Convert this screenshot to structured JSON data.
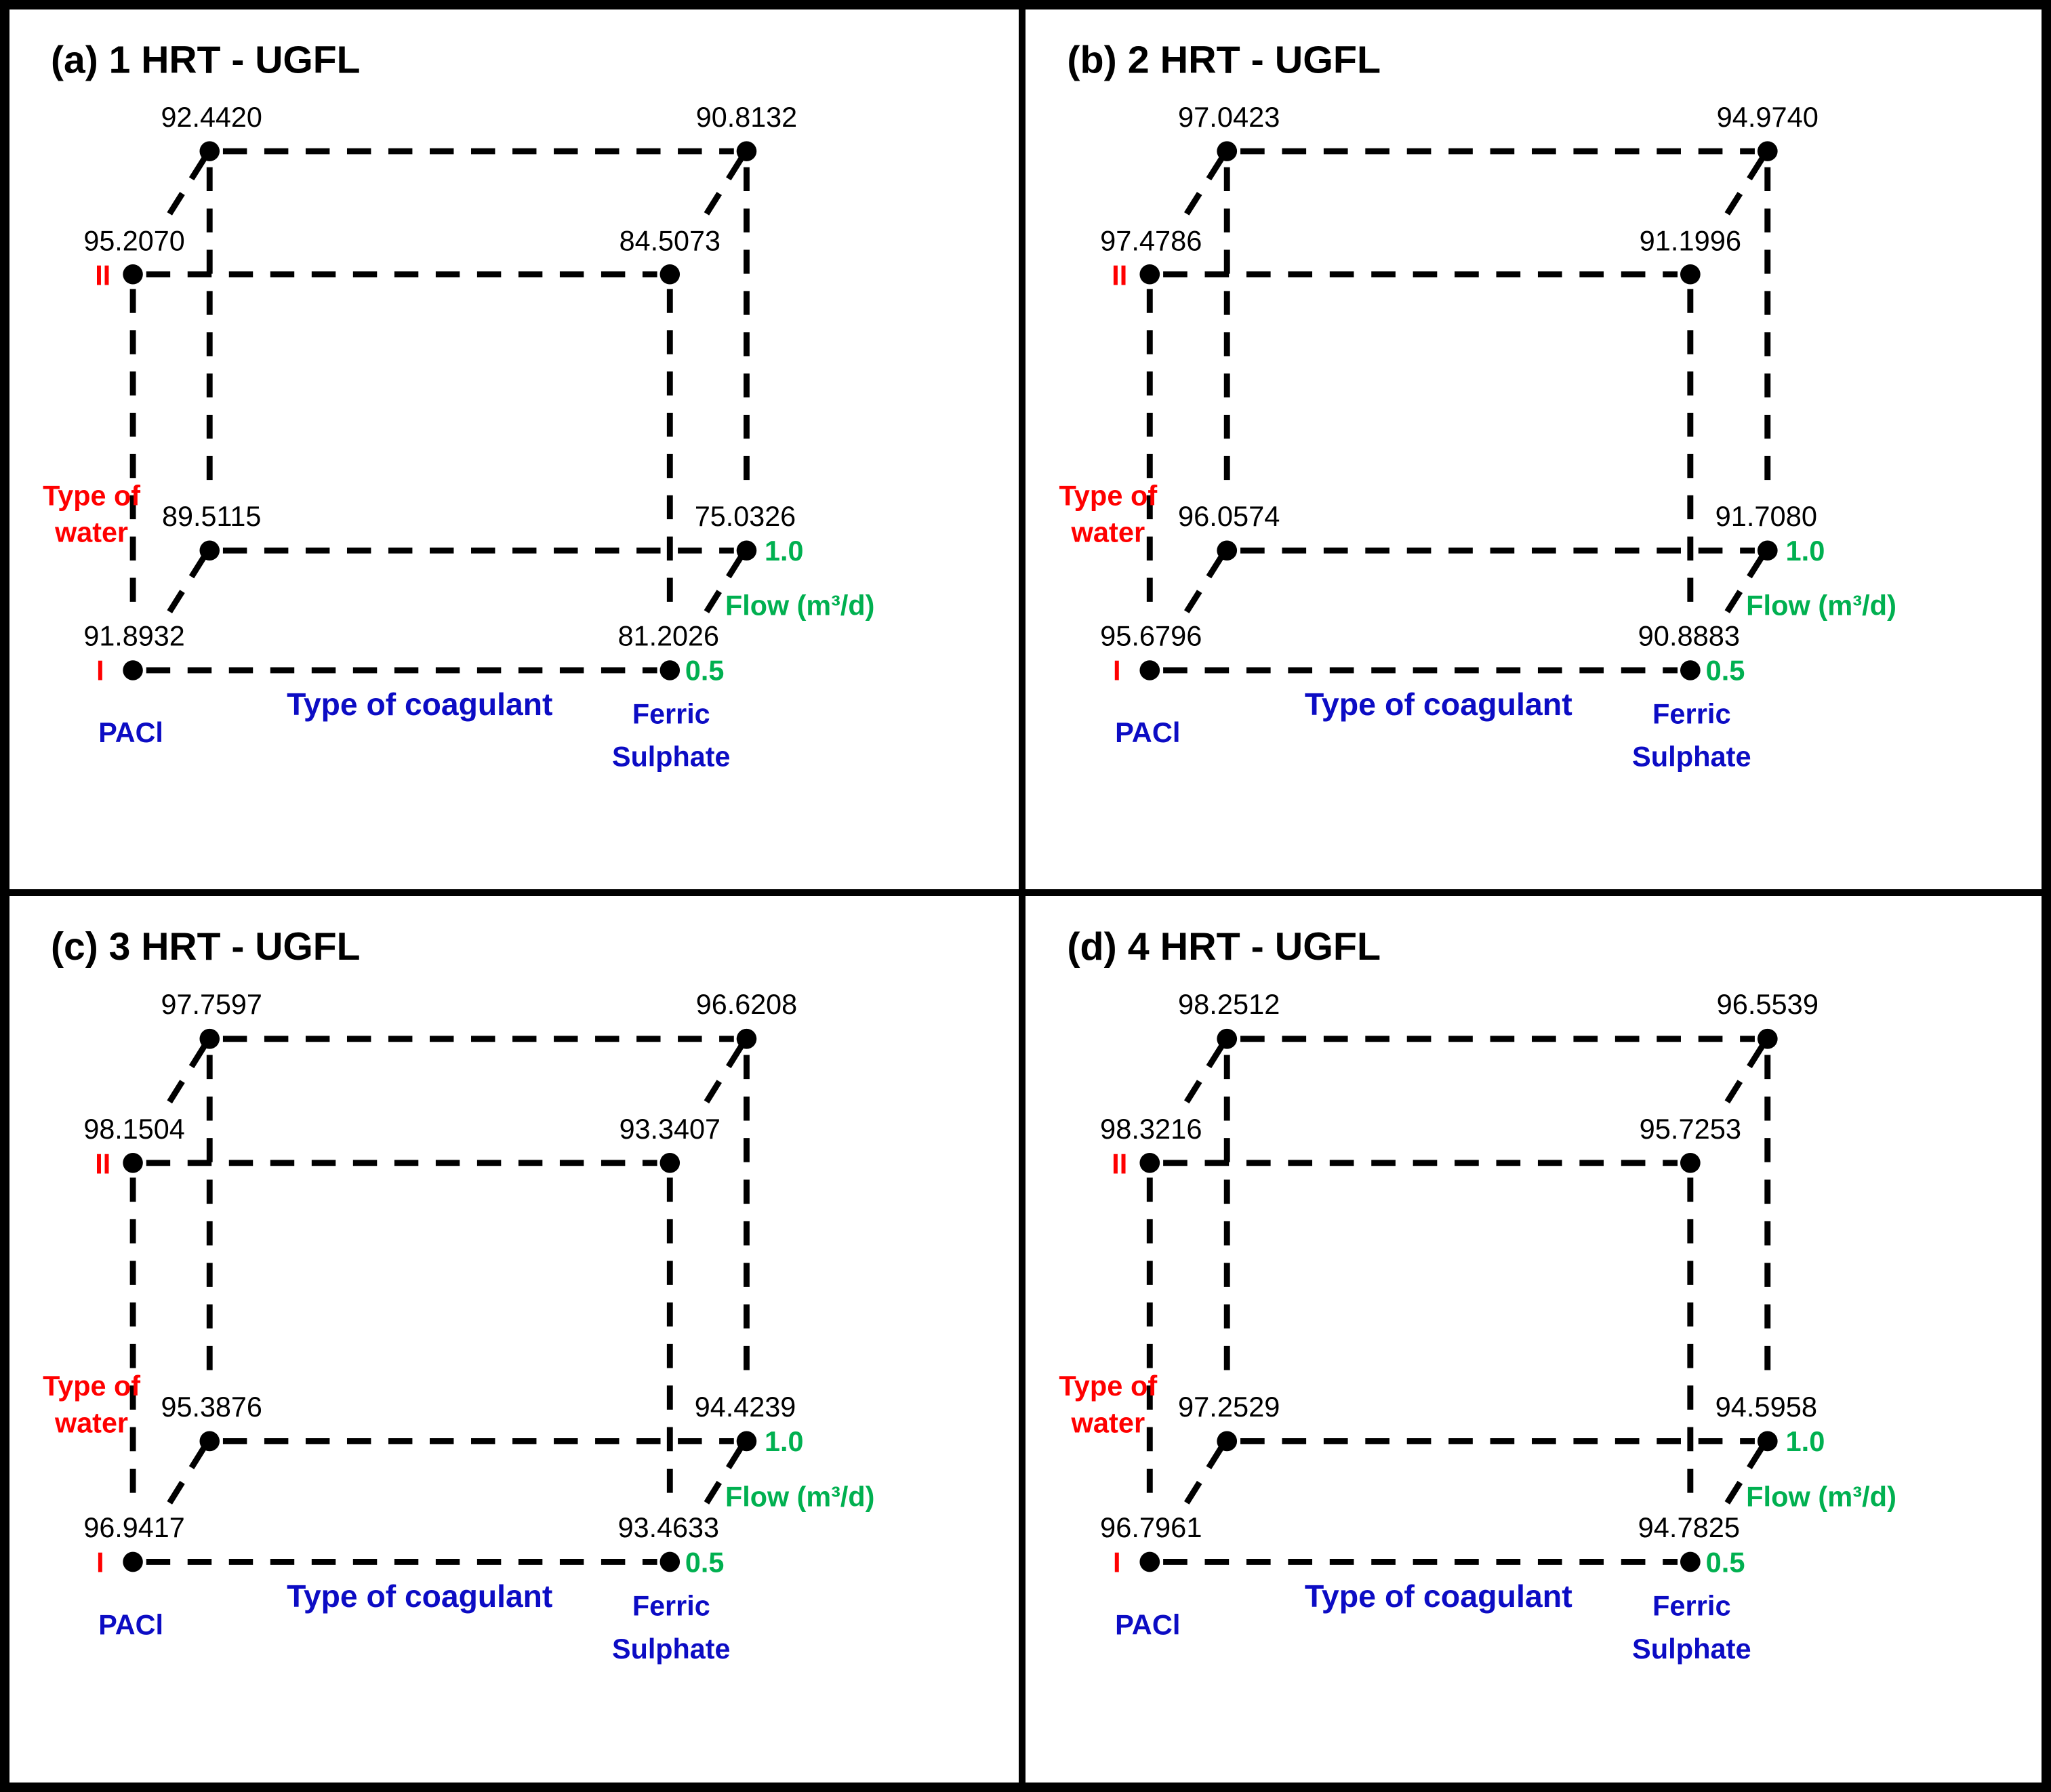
{
  "figure": {
    "colors": {
      "water_axis": "#ff0000",
      "coagulant_axis": "#0c0cc4",
      "flow_axis": "#00b050",
      "lines_and_dots": "#000000",
      "background": "#ffffff"
    },
    "axes": {
      "water_label_line1": "Type of",
      "water_label_line2": "water",
      "water_level_low": "I",
      "water_level_high": "II",
      "coagulant_label": "Type of coagulant",
      "coagulant_level_low": "PACl",
      "coagulant_level_high_line1": "Ferric",
      "coagulant_level_high_line2": "Sulphate",
      "flow_label": "Flow (m³/d)",
      "flow_level_low": "0.5",
      "flow_level_high": "1.0"
    },
    "panels": [
      {
        "title": "(a) 1 HRT - UGFL",
        "values": {
          "back_top_left": "92.4420",
          "back_top_right": "90.8132",
          "front_top_left": "95.2070",
          "front_top_right": "84.5073",
          "back_bottom_left": "89.5115",
          "back_bottom_right": "75.0326",
          "front_bottom_left": "91.8932",
          "front_bottom_right": "81.2026"
        }
      },
      {
        "title": "(b) 2 HRT - UGFL",
        "values": {
          "back_top_left": "97.0423",
          "back_top_right": "94.9740",
          "front_top_left": "97.4786",
          "front_top_right": "91.1996",
          "back_bottom_left": "96.0574",
          "back_bottom_right": "91.7080",
          "front_bottom_left": "95.6796",
          "front_bottom_right": "90.8883"
        }
      },
      {
        "title": "(c) 3 HRT - UGFL",
        "values": {
          "back_top_left": "97.7597",
          "back_top_right": "96.6208",
          "front_top_left": "98.1504",
          "front_top_right": "93.3407",
          "back_bottom_left": "95.3876",
          "back_bottom_right": "94.4239",
          "front_bottom_left": "96.9417",
          "front_bottom_right": "93.4633"
        }
      },
      {
        "title": "(d) 4 HRT - UGFL",
        "values": {
          "back_top_left": "98.2512",
          "back_top_right": "96.5539",
          "front_top_left": "98.3216",
          "front_top_right": "95.7253",
          "back_bottom_left": "97.2529",
          "back_bottom_right": "94.5958",
          "front_bottom_left": "96.7961",
          "front_bottom_right": "94.7825"
        }
      }
    ]
  },
  "chart_data": [
    {
      "type": "scatter",
      "subtype": "2x2x2-factorial-cube-plot",
      "title": "(a) 1 HRT - UGFL",
      "factors": {
        "x": {
          "label": "Type of coagulant",
          "levels": [
            "PACl",
            "Ferric Sulphate"
          ]
        },
        "y": {
          "label": "Type of water",
          "levels": [
            "I",
            "II"
          ]
        },
        "z": {
          "label": "Flow (m³/d)",
          "levels": [
            "0.5",
            "1.0"
          ]
        }
      },
      "points": [
        {
          "coagulant": "PACl",
          "water": "I",
          "flow": "0.5",
          "value": "91.8932"
        },
        {
          "coagulant": "Ferric Sulphate",
          "water": "I",
          "flow": "0.5",
          "value": "81.2026"
        },
        {
          "coagulant": "PACl",
          "water": "II",
          "flow": "0.5",
          "value": "95.2070"
        },
        {
          "coagulant": "Ferric Sulphate",
          "water": "II",
          "flow": "0.5",
          "value": "84.5073"
        },
        {
          "coagulant": "PACl",
          "water": "I",
          "flow": "1.0",
          "value": "89.5115"
        },
        {
          "coagulant": "Ferric Sulphate",
          "water": "I",
          "flow": "1.0",
          "value": "75.0326"
        },
        {
          "coagulant": "PACl",
          "water": "II",
          "flow": "1.0",
          "value": "92.4420"
        },
        {
          "coagulant": "Ferric Sulphate",
          "water": "II",
          "flow": "1.0",
          "value": "90.8132"
        }
      ]
    },
    {
      "type": "scatter",
      "subtype": "2x2x2-factorial-cube-plot",
      "title": "(b) 2 HRT - UGFL",
      "factors": {
        "x": {
          "label": "Type of coagulant",
          "levels": [
            "PACl",
            "Ferric Sulphate"
          ]
        },
        "y": {
          "label": "Type of water",
          "levels": [
            "I",
            "II"
          ]
        },
        "z": {
          "label": "Flow (m³/d)",
          "levels": [
            "0.5",
            "1.0"
          ]
        }
      },
      "points": [
        {
          "coagulant": "PACl",
          "water": "I",
          "flow": "0.5",
          "value": "95.6796"
        },
        {
          "coagulant": "Ferric Sulphate",
          "water": "I",
          "flow": "0.5",
          "value": "90.8883"
        },
        {
          "coagulant": "PACl",
          "water": "II",
          "flow": "0.5",
          "value": "97.4786"
        },
        {
          "coagulant": "Ferric Sulphate",
          "water": "II",
          "flow": "0.5",
          "value": "91.1996"
        },
        {
          "coagulant": "PACl",
          "water": "I",
          "flow": "1.0",
          "value": "96.0574"
        },
        {
          "coagulant": "Ferric Sulphate",
          "water": "I",
          "flow": "1.0",
          "value": "91.7080"
        },
        {
          "coagulant": "PACl",
          "water": "II",
          "flow": "1.0",
          "value": "97.0423"
        },
        {
          "coagulant": "Ferric Sulphate",
          "water": "II",
          "flow": "1.0",
          "value": "94.9740"
        }
      ]
    },
    {
      "type": "scatter",
      "subtype": "2x2x2-factorial-cube-plot",
      "title": "(c) 3 HRT - UGFL",
      "factors": {
        "x": {
          "label": "Type of coagulant",
          "levels": [
            "PACl",
            "Ferric Sulphate"
          ]
        },
        "y": {
          "label": "Type of water",
          "levels": [
            "I",
            "II"
          ]
        },
        "z": {
          "label": "Flow (m³/d)",
          "levels": [
            "0.5",
            "1.0"
          ]
        }
      },
      "points": [
        {
          "coagulant": "PACl",
          "water": "I",
          "flow": "0.5",
          "value": "96.9417"
        },
        {
          "coagulant": "Ferric Sulphate",
          "water": "I",
          "flow": "0.5",
          "value": "93.4633"
        },
        {
          "coagulant": "PACl",
          "water": "II",
          "flow": "0.5",
          "value": "98.1504"
        },
        {
          "coagulant": "Ferric Sulphate",
          "water": "II",
          "flow": "0.5",
          "value": "93.3407"
        },
        {
          "coagulant": "PACl",
          "water": "I",
          "flow": "1.0",
          "value": "95.3876"
        },
        {
          "coagulant": "Ferric Sulphate",
          "water": "I",
          "flow": "1.0",
          "value": "94.4239"
        },
        {
          "coagulant": "PACl",
          "water": "II",
          "flow": "1.0",
          "value": "97.7597"
        },
        {
          "coagulant": "Ferric Sulphate",
          "water": "II",
          "flow": "1.0",
          "value": "96.6208"
        }
      ]
    },
    {
      "type": "scatter",
      "subtype": "2x2x2-factorial-cube-plot",
      "title": "(d) 4 HRT - UGFL",
      "factors": {
        "x": {
          "label": "Type of coagulant",
          "levels": [
            "PACl",
            "Ferric Sulphate"
          ]
        },
        "y": {
          "label": "Type of water",
          "levels": [
            "I",
            "II"
          ]
        },
        "z": {
          "label": "Flow (m³/d)",
          "levels": [
            "0.5",
            "1.0"
          ]
        }
      },
      "points": [
        {
          "coagulant": "PACl",
          "water": "I",
          "flow": "0.5",
          "value": "96.7961"
        },
        {
          "coagulant": "Ferric Sulphate",
          "water": "I",
          "flow": "0.5",
          "value": "94.7825"
        },
        {
          "coagulant": "PACl",
          "water": "II",
          "flow": "0.5",
          "value": "98.3216"
        },
        {
          "coagulant": "Ferric Sulphate",
          "water": "II",
          "flow": "0.5",
          "value": "95.7253"
        },
        {
          "coagulant": "PACl",
          "water": "I",
          "flow": "1.0",
          "value": "97.2529"
        },
        {
          "coagulant": "Ferric Sulphate",
          "water": "I",
          "flow": "1.0",
          "value": "94.5958"
        },
        {
          "coagulant": "PACl",
          "water": "II",
          "flow": "1.0",
          "value": "98.2512"
        },
        {
          "coagulant": "Ferric Sulphate",
          "water": "II",
          "flow": "1.0",
          "value": "96.5539"
        }
      ]
    }
  ]
}
